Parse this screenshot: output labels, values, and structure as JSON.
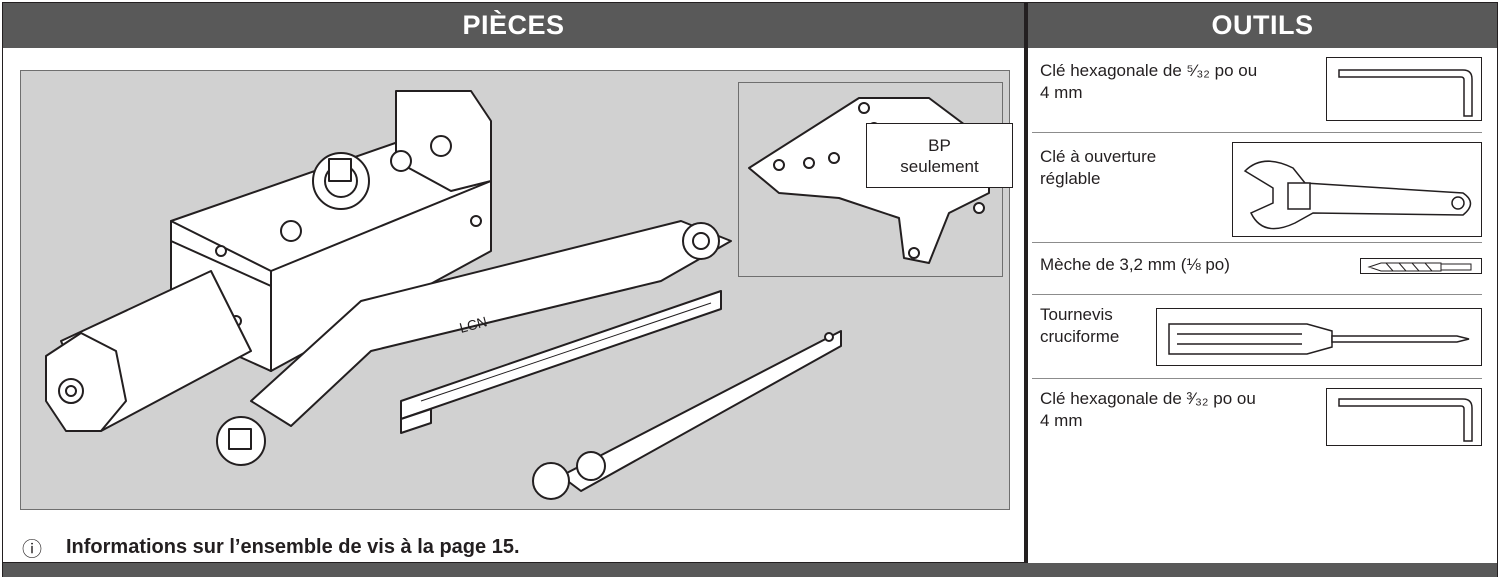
{
  "headers": {
    "parts": "PIÈCES",
    "tools": "OUTILS"
  },
  "parts": {
    "callout_line1": "BP",
    "callout_line2": "seulement",
    "arm_brand": "LCN"
  },
  "note": {
    "icon": "info-icon",
    "text": "Informations sur l’ensemble de vis à la page 15."
  },
  "tools": [
    {
      "label_line1": "Clé hexagonale de ⁵⁄₃₂ po ou",
      "label_line2": "4 mm",
      "icon": "hex-key-icon"
    },
    {
      "label_line1": "Clé à ouverture",
      "label_line2": "réglable",
      "icon": "adjustable-wrench-icon"
    },
    {
      "label_line1": "Mèche de 3,2 mm (⅛ po)",
      "label_line2": "",
      "icon": "drill-bit-icon"
    },
    {
      "label_line1": "Tournevis",
      "label_line2": "cruciforme",
      "icon": "phillips-screwdriver-icon"
    },
    {
      "label_line1": "Clé hexagonale de ³⁄₃₂ po ou",
      "label_line2": "4 mm",
      "icon": "hex-key-icon"
    }
  ]
}
